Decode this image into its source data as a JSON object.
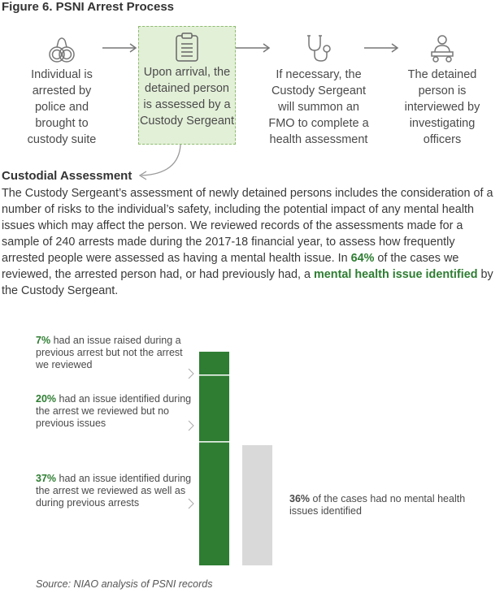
{
  "figure_title": "Figure 6. PSNI Arrest Process",
  "process_steps": [
    {
      "icon": "handcuffs-icon",
      "text": "Individual is arrested by police and brought to custody suite"
    },
    {
      "icon": "clipboard-icon",
      "text": "Upon arrival, the detained person is assessed by a Custody Sergeant"
    },
    {
      "icon": "stethoscope-icon",
      "text": "If necessary, the Custody Sergeant will summon an FMO to complete a health assessment"
    },
    {
      "icon": "interview-icon",
      "text": "The detained person is interviewed by investigating officers"
    }
  ],
  "section_heading": "Custodial Assessment",
  "paragraph": {
    "part1": "The Custody Sergeant’s assessment of newly detained persons includes the consideration of a number of risks to the individual’s safety, including the potential impact of any mental health issues which may affect the person.  We reviewed records of the assessments made for a sample of 240 arrests made during the 2017-18 financial year, to assess how frequently arrested people were assessed as having a mental health issue.  In ",
    "highlight_pct": "64%",
    "part2": " of the cases we reviewed, the arrested person had, or had previously had, a ",
    "highlight_phrase": "mental health issue identified",
    "part3": " by the Custody Sergeant."
  },
  "chart_data": {
    "type": "bar",
    "stacked_bar": {
      "segments": [
        {
          "value": 37,
          "pct_label": "37%",
          "text": "had an issue identified during the arrest we reviewed as well as during previous arrests",
          "color": "#2e7d32"
        },
        {
          "value": 20,
          "pct_label": "20%",
          "text": "had an issue identified during the arrest we reviewed but no previous issues",
          "color": "#2e7d32"
        },
        {
          "value": 7,
          "pct_label": "7%",
          "text": "had an issue raised during a previous arrest but not the arrest we reviewed",
          "color": "#2e7d32"
        }
      ]
    },
    "second_bar": {
      "value": 36,
      "pct_label": "36%",
      "text": "of the cases had no mental health issues identified",
      "color": "#d9d9d9"
    }
  },
  "source": "Source: NIAO analysis of PSNI records"
}
